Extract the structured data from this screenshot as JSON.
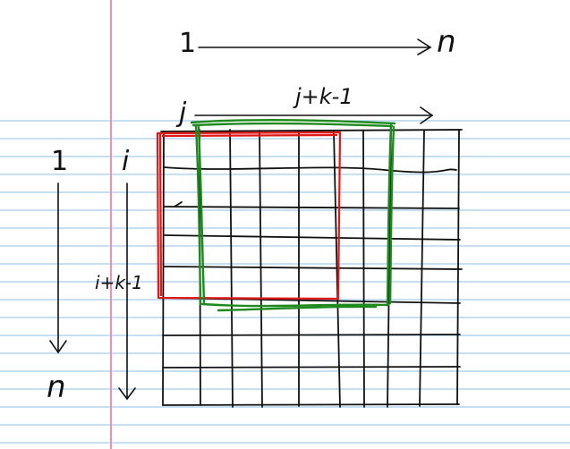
{
  "notebook": {
    "paper_color": "#ffffff",
    "rule_color": "#8fbfe6",
    "margin_color": "#f28fb0",
    "ink_color": "#111111",
    "red_box_color": "#e01818",
    "green_box_color": "#1e8a1e"
  },
  "labels": {
    "top_start": "1",
    "top_end": "n",
    "col_start": "j",
    "col_end": "j+k-1",
    "left_start": "1",
    "left_end": "n",
    "row_start": "i",
    "row_end": "i+k-1"
  }
}
